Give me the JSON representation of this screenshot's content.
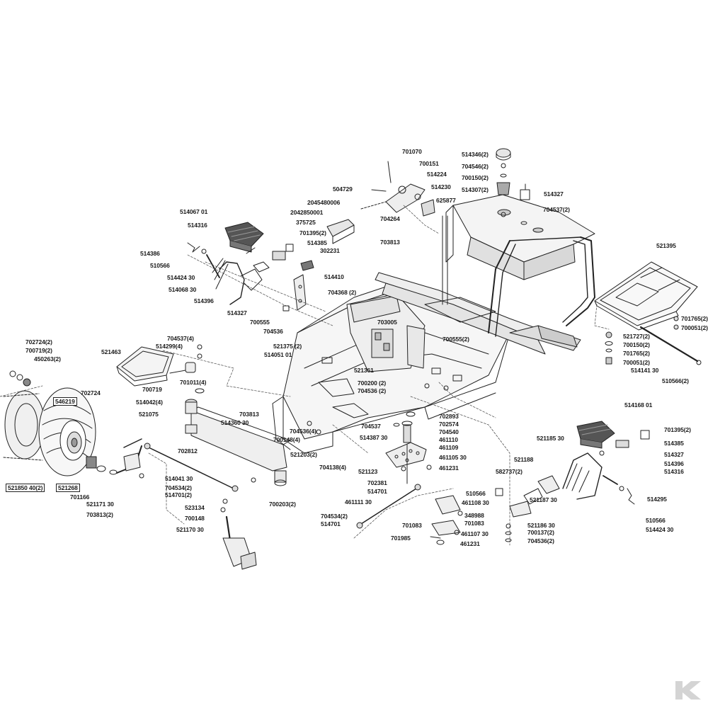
{
  "diagram": {
    "labels": [
      {
        "id": "L1",
        "text": "701070"
      },
      {
        "id": "L2",
        "text": "700151"
      },
      {
        "id": "L3",
        "text": "514224"
      },
      {
        "id": "L4",
        "text": "504729"
      },
      {
        "id": "L5",
        "text": "514230"
      },
      {
        "id": "L6",
        "text": "2045480006"
      },
      {
        "id": "L7",
        "text": "2042850001"
      },
      {
        "id": "L8",
        "text": "375725"
      },
      {
        "id": "L9",
        "text": "704264"
      },
      {
        "id": "L10",
        "text": "625877"
      },
      {
        "id": "L11",
        "text": "703813"
      },
      {
        "id": "L12",
        "text": "514346(2)"
      },
      {
        "id": "L13",
        "text": "704546(2)"
      },
      {
        "id": "L14",
        "text": "700150(2)"
      },
      {
        "id": "L15",
        "text": "514307(2)"
      },
      {
        "id": "L16",
        "text": "514327"
      },
      {
        "id": "L17",
        "text": "704537(2)"
      },
      {
        "id": "L18",
        "text": "514067 01"
      },
      {
        "id": "L19",
        "text": "514316"
      },
      {
        "id": "L20",
        "text": "701395(2)"
      },
      {
        "id": "L21",
        "text": "514385"
      },
      {
        "id": "L22",
        "text": "302231"
      },
      {
        "id": "L23",
        "text": "514386"
      },
      {
        "id": "L24",
        "text": "510566"
      },
      {
        "id": "L25",
        "text": "514424 30"
      },
      {
        "id": "L26",
        "text": "514410"
      },
      {
        "id": "L27",
        "text": "514068 30"
      },
      {
        "id": "L28",
        "text": "514396"
      },
      {
        "id": "L29",
        "text": "514327"
      },
      {
        "id": "L30",
        "text": "704368 (2)"
      },
      {
        "id": "L31",
        "text": "700555"
      },
      {
        "id": "L32",
        "text": "704536"
      },
      {
        "id": "L33",
        "text": "521395"
      },
      {
        "id": "L34",
        "text": "703005"
      },
      {
        "id": "L35",
        "text": "521375 (2)"
      },
      {
        "id": "L36",
        "text": "514051 01"
      },
      {
        "id": "L37",
        "text": "700555(2)"
      },
      {
        "id": "L38",
        "text": "701765(2)"
      },
      {
        "id": "L39",
        "text": "521727(2)"
      },
      {
        "id": "L40",
        "text": "700051(2)"
      },
      {
        "id": "L41",
        "text": "700150(2)"
      },
      {
        "id": "L42",
        "text": "701765(2)"
      },
      {
        "id": "L43",
        "text": "700051(2)"
      },
      {
        "id": "L44",
        "text": "514141 30"
      },
      {
        "id": "L45",
        "text": "510566(2)"
      },
      {
        "id": "L46",
        "text": "702724(2)"
      },
      {
        "id": "L47",
        "text": "700719(2)"
      },
      {
        "id": "L48",
        "text": "450263(2)"
      },
      {
        "id": "L49",
        "text": "704537(4)"
      },
      {
        "id": "L50",
        "text": "514299(4)"
      },
      {
        "id": "L51",
        "text": "521463"
      },
      {
        "id": "L52",
        "text": "701011(4)"
      },
      {
        "id": "L53",
        "text": "700719"
      },
      {
        "id": "L54",
        "text": "702724"
      },
      {
        "id": "L55",
        "text": "546219"
      },
      {
        "id": "L56",
        "text": "514042(4)"
      },
      {
        "id": "L57",
        "text": "521075"
      },
      {
        "id": "L58",
        "text": "521361"
      },
      {
        "id": "L59",
        "text": "700200 (2)"
      },
      {
        "id": "L60",
        "text": "704536 (2)"
      },
      {
        "id": "L61",
        "text": "703813"
      },
      {
        "id": "L62",
        "text": "514360 30"
      },
      {
        "id": "L63",
        "text": "704536(4)"
      },
      {
        "id": "L64",
        "text": "700148(4)"
      },
      {
        "id": "L65",
        "text": "702812"
      },
      {
        "id": "L66",
        "text": "521203(2)"
      },
      {
        "id": "L67",
        "text": "704138(4)"
      },
      {
        "id": "L68",
        "text": "704537"
      },
      {
        "id": "L69",
        "text": "514387 30"
      },
      {
        "id": "L70",
        "text": "702893"
      },
      {
        "id": "L71",
        "text": "702574"
      },
      {
        "id": "L72",
        "text": "704540"
      },
      {
        "id": "L73",
        "text": "461110"
      },
      {
        "id": "L74",
        "text": "461109"
      },
      {
        "id": "L75",
        "text": "461105 30"
      },
      {
        "id": "L76",
        "text": "521123"
      },
      {
        "id": "L77",
        "text": "461231"
      },
      {
        "id": "L78",
        "text": "514168 01"
      },
      {
        "id": "L79",
        "text": "521185 30"
      },
      {
        "id": "L80",
        "text": "701395(2)"
      },
      {
        "id": "L81",
        "text": "514385"
      },
      {
        "id": "L82",
        "text": "514327"
      },
      {
        "id": "L83",
        "text": "514396"
      },
      {
        "id": "L84",
        "text": "514316"
      },
      {
        "id": "L85",
        "text": "521188"
      },
      {
        "id": "L86",
        "text": "582737(2)"
      },
      {
        "id": "L87",
        "text": "514295"
      },
      {
        "id": "L88",
        "text": "521187 30"
      },
      {
        "id": "L89",
        "text": "510566"
      },
      {
        "id": "L90",
        "text": "514424 30"
      },
      {
        "id": "L91",
        "text": "521850 40(2)"
      },
      {
        "id": "L92",
        "text": "521268"
      },
      {
        "id": "L93",
        "text": "701166"
      },
      {
        "id": "L94",
        "text": "521171 30"
      },
      {
        "id": "L95",
        "text": "703813(2)"
      },
      {
        "id": "L96",
        "text": "514041 30"
      },
      {
        "id": "L97",
        "text": "704534(2)"
      },
      {
        "id": "L98",
        "text": "514701(2)"
      },
      {
        "id": "L99",
        "text": "523134"
      },
      {
        "id": "L100",
        "text": "700148"
      },
      {
        "id": "L101",
        "text": "521170 30"
      },
      {
        "id": "L102",
        "text": "700203(2)"
      },
      {
        "id": "L103",
        "text": "702381"
      },
      {
        "id": "L104",
        "text": "514701"
      },
      {
        "id": "L105",
        "text": "461111 30"
      },
      {
        "id": "L106",
        "text": "510566"
      },
      {
        "id": "L107",
        "text": "461108 30"
      },
      {
        "id": "L108",
        "text": "348988"
      },
      {
        "id": "L109",
        "text": "701083"
      },
      {
        "id": "L110",
        "text": "704534(2)"
      },
      {
        "id": "L111",
        "text": "514701"
      },
      {
        "id": "L112",
        "text": "701083"
      },
      {
        "id": "L113",
        "text": "461107 30"
      },
      {
        "id": "L114",
        "text": "521186 30"
      },
      {
        "id": "L115",
        "text": "701985"
      },
      {
        "id": "L116",
        "text": "461231"
      },
      {
        "id": "L117",
        "text": "700137(2)"
      },
      {
        "id": "L118",
        "text": "704536(2)"
      }
    ]
  }
}
